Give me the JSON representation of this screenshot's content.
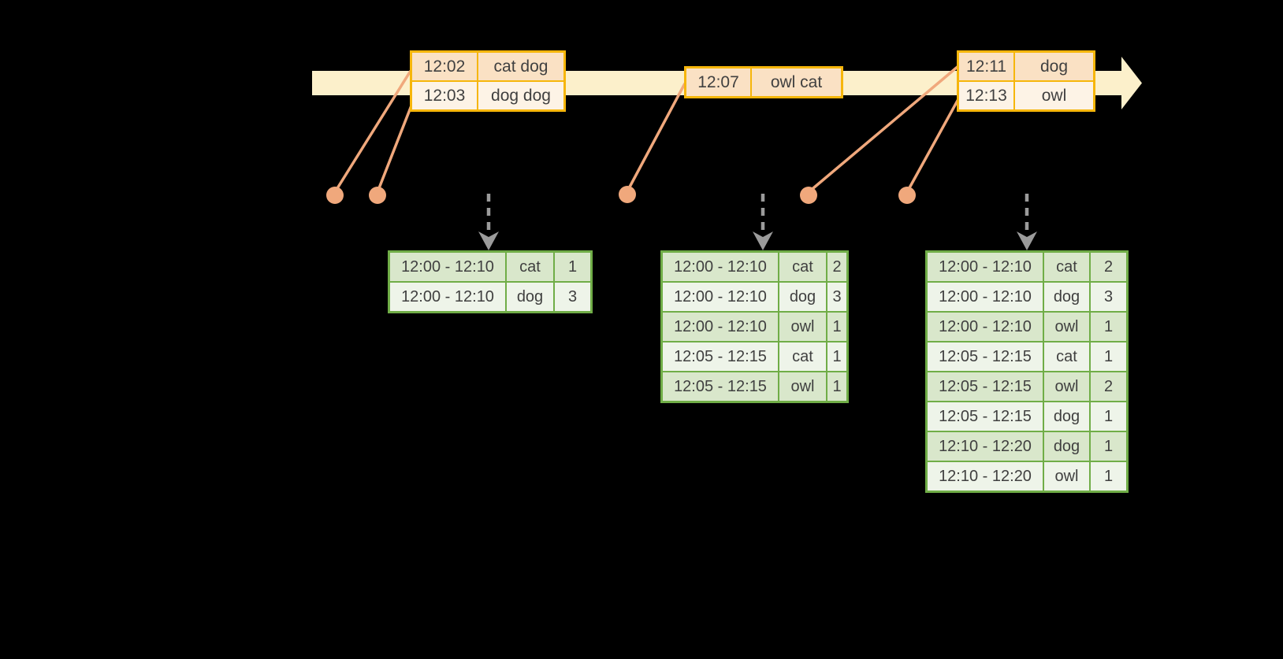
{
  "colors": {
    "background": "#000000",
    "timeline_band": "#FCF0CB",
    "event_table_border": "#F6B60B",
    "event_row_dark": "#FAE1C4",
    "event_row_light": "#FDF3E6",
    "result_table_border": "#70AD47",
    "result_row_dark": "#D9E7CB",
    "result_row_light": "#EEF4E9",
    "connector": "#F0A87C",
    "trigger_arrow": "#9B9B9B",
    "cell_text": "#404040"
  },
  "icons": {
    "timeline_arrow": "right-arrow",
    "trigger_arrow": "down-dashed-arrow",
    "event_marker": "dot"
  },
  "event_tables": [
    {
      "rows": [
        {
          "time": "12:02",
          "words": "cat dog"
        },
        {
          "time": "12:03",
          "words": "dog dog"
        }
      ]
    },
    {
      "rows": [
        {
          "time": "12:07",
          "words": "owl cat"
        }
      ]
    },
    {
      "rows": [
        {
          "time": "12:11",
          "words": "dog"
        },
        {
          "time": "12:13",
          "words": "owl"
        }
      ]
    }
  ],
  "result_tables": [
    {
      "rows": [
        {
          "window": "12:00 - 12:10",
          "word": "cat",
          "count": "1"
        },
        {
          "window": "12:00 - 12:10",
          "word": "dog",
          "count": "3"
        }
      ]
    },
    {
      "rows": [
        {
          "window": "12:00 - 12:10",
          "word": "cat",
          "count": "2"
        },
        {
          "window": "12:00 - 12:10",
          "word": "dog",
          "count": "3"
        },
        {
          "window": "12:00 - 12:10",
          "word": "owl",
          "count": "1"
        },
        {
          "window": "12:05 - 12:15",
          "word": "cat",
          "count": "1"
        },
        {
          "window": "12:05 - 12:15",
          "word": "owl",
          "count": "1"
        }
      ]
    },
    {
      "rows": [
        {
          "window": "12:00 - 12:10",
          "word": "cat",
          "count": "2"
        },
        {
          "window": "12:00 - 12:10",
          "word": "dog",
          "count": "3"
        },
        {
          "window": "12:00 - 12:10",
          "word": "owl",
          "count": "1"
        },
        {
          "window": "12:05 - 12:15",
          "word": "cat",
          "count": "1"
        },
        {
          "window": "12:05 - 12:15",
          "word": "owl",
          "count": "2"
        },
        {
          "window": "12:05 - 12:15",
          "word": "dog",
          "count": "1"
        },
        {
          "window": "12:10 - 12:20",
          "word": "dog",
          "count": "1"
        },
        {
          "window": "12:10 - 12:20",
          "word": "owl",
          "count": "1"
        }
      ]
    }
  ]
}
